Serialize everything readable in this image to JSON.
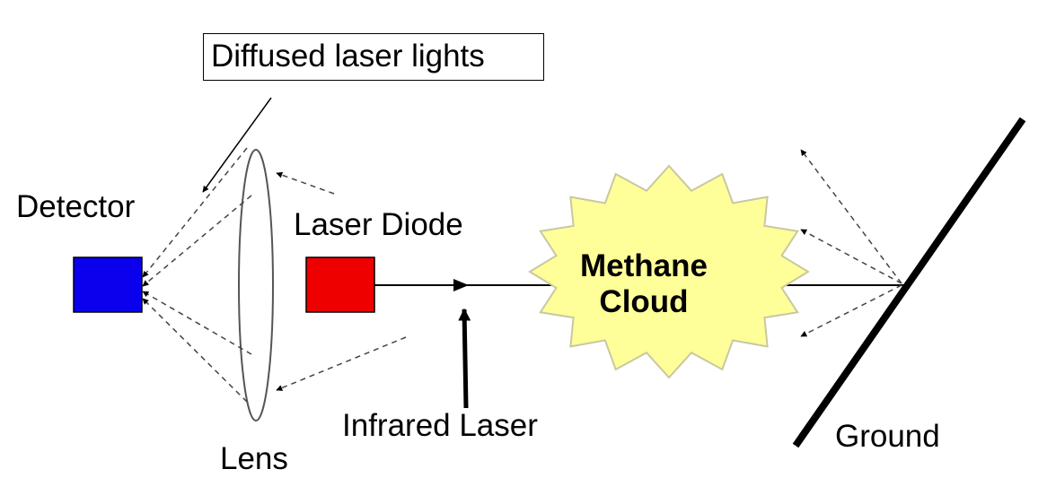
{
  "labels": {
    "callout": "Diffused laser lights",
    "detector": "Detector",
    "laser_diode": "Laser Diode",
    "cloud_line1": "Methane",
    "cloud_line2": "Cloud",
    "infrared_laser": "Infrared Laser",
    "lens": "Lens",
    "ground": "Ground"
  },
  "colors": {
    "detector": "#0a00ee",
    "laser_diode": "#ee0000",
    "cloud_fill": "#ffff99",
    "cloud_stroke": "#c8c8a0",
    "line": "#000000",
    "dashed": "#444444"
  }
}
